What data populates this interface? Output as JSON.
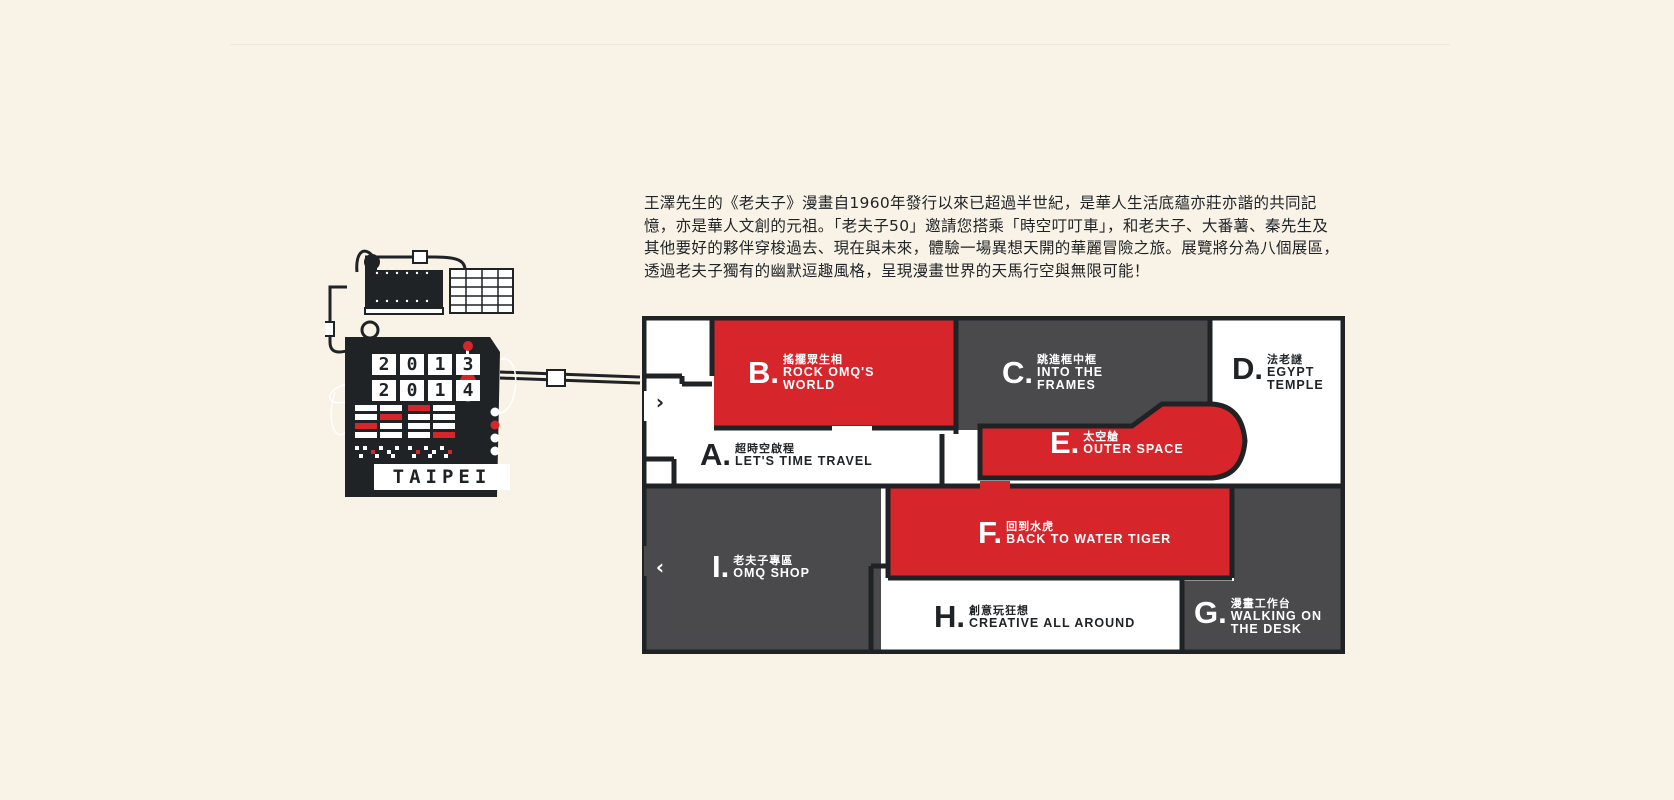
{
  "intro_text": "王澤先生的《老夫子》漫畫自1960年發行以來已超過半世紀，是華人生活底蘊亦莊亦諧的共同記憶，亦是華人文創的元祖。「老夫子50」邀請您搭乘「時空叮叮車」，和老夫子、大番薯、秦先生及其他要好的夥伴穿梭過去、現在與未來，體驗一場異想天開的華麗冒險之旅。展覽將分為八個展區，透過老夫子獨有的幽默逗趣風格，呈現漫畫世界的天馬行空與無限可能！",
  "machine": {
    "year_top": [
      "2",
      "0",
      "1",
      "3"
    ],
    "year_bottom": [
      "2",
      "0",
      "1",
      "4"
    ],
    "city": "TAIPEI"
  },
  "colors": {
    "red": "#d6262c",
    "dark": "#4a4a4c",
    "outline": "#1f2326",
    "bg": "#f9f2e6"
  },
  "zones": {
    "a": {
      "letter": "A.",
      "cn": "超時空啟程",
      "en": "LET'S TIME TRAVEL"
    },
    "b": {
      "letter": "B.",
      "cn": "搖擺眾生相",
      "en": "ROCK OMQ'S WORLD"
    },
    "c": {
      "letter": "C.",
      "cn": "跳進框中框",
      "en": "INTO THE FRAMES"
    },
    "d": {
      "letter": "D.",
      "cn": "法老謎",
      "en": "EGYPT TEMPLE"
    },
    "e": {
      "letter": "E.",
      "cn": "太空艙",
      "en": "OUTER SPACE"
    },
    "f": {
      "letter": "F.",
      "cn": "回到水虎",
      "en": "BACK TO WATER TIGER"
    },
    "g": {
      "letter": "G.",
      "cn": "漫畫工作台",
      "en": "WALKING ON THE DESK"
    },
    "h": {
      "letter": "H.",
      "cn": "創意玩狂想",
      "en": "CREATIVE ALL AROUND"
    },
    "i": {
      "letter": "I.",
      "cn": "老夫子專區",
      "en": "OMQ SHOP"
    }
  },
  "arrows": {
    "next": "›",
    "prev": "‹"
  }
}
